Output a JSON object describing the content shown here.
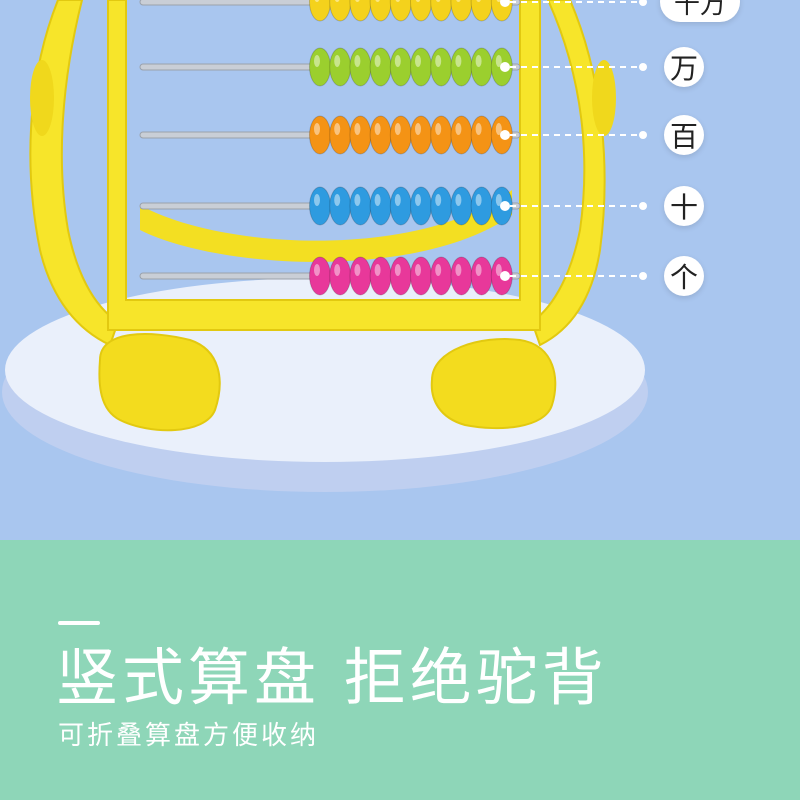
{
  "colors": {
    "background_top": "#a9c6ef",
    "background_bottom": "#8ed6b8",
    "frame": "#f7e52a",
    "frame_shadow": "#e2c910",
    "platform": "#eaf0fb",
    "rod": "#c9ced6",
    "title_dash": "#ffffff"
  },
  "abacus": {
    "rows": [
      {
        "place_label": "千万",
        "bead_color": "#f4d21c"
      },
      {
        "place_label": "万",
        "bead_color": "#9bcf2e"
      },
      {
        "place_label": "百",
        "bead_color": "#f49315"
      },
      {
        "place_label": "十",
        "bead_color": "#2e9be0"
      },
      {
        "place_label": "个",
        "bead_color": "#e8389a"
      }
    ],
    "beads_per_row": 10
  },
  "text": {
    "headline": "竖式算盘 拒绝驼背",
    "subline": "可折叠算盘方便收纳"
  }
}
